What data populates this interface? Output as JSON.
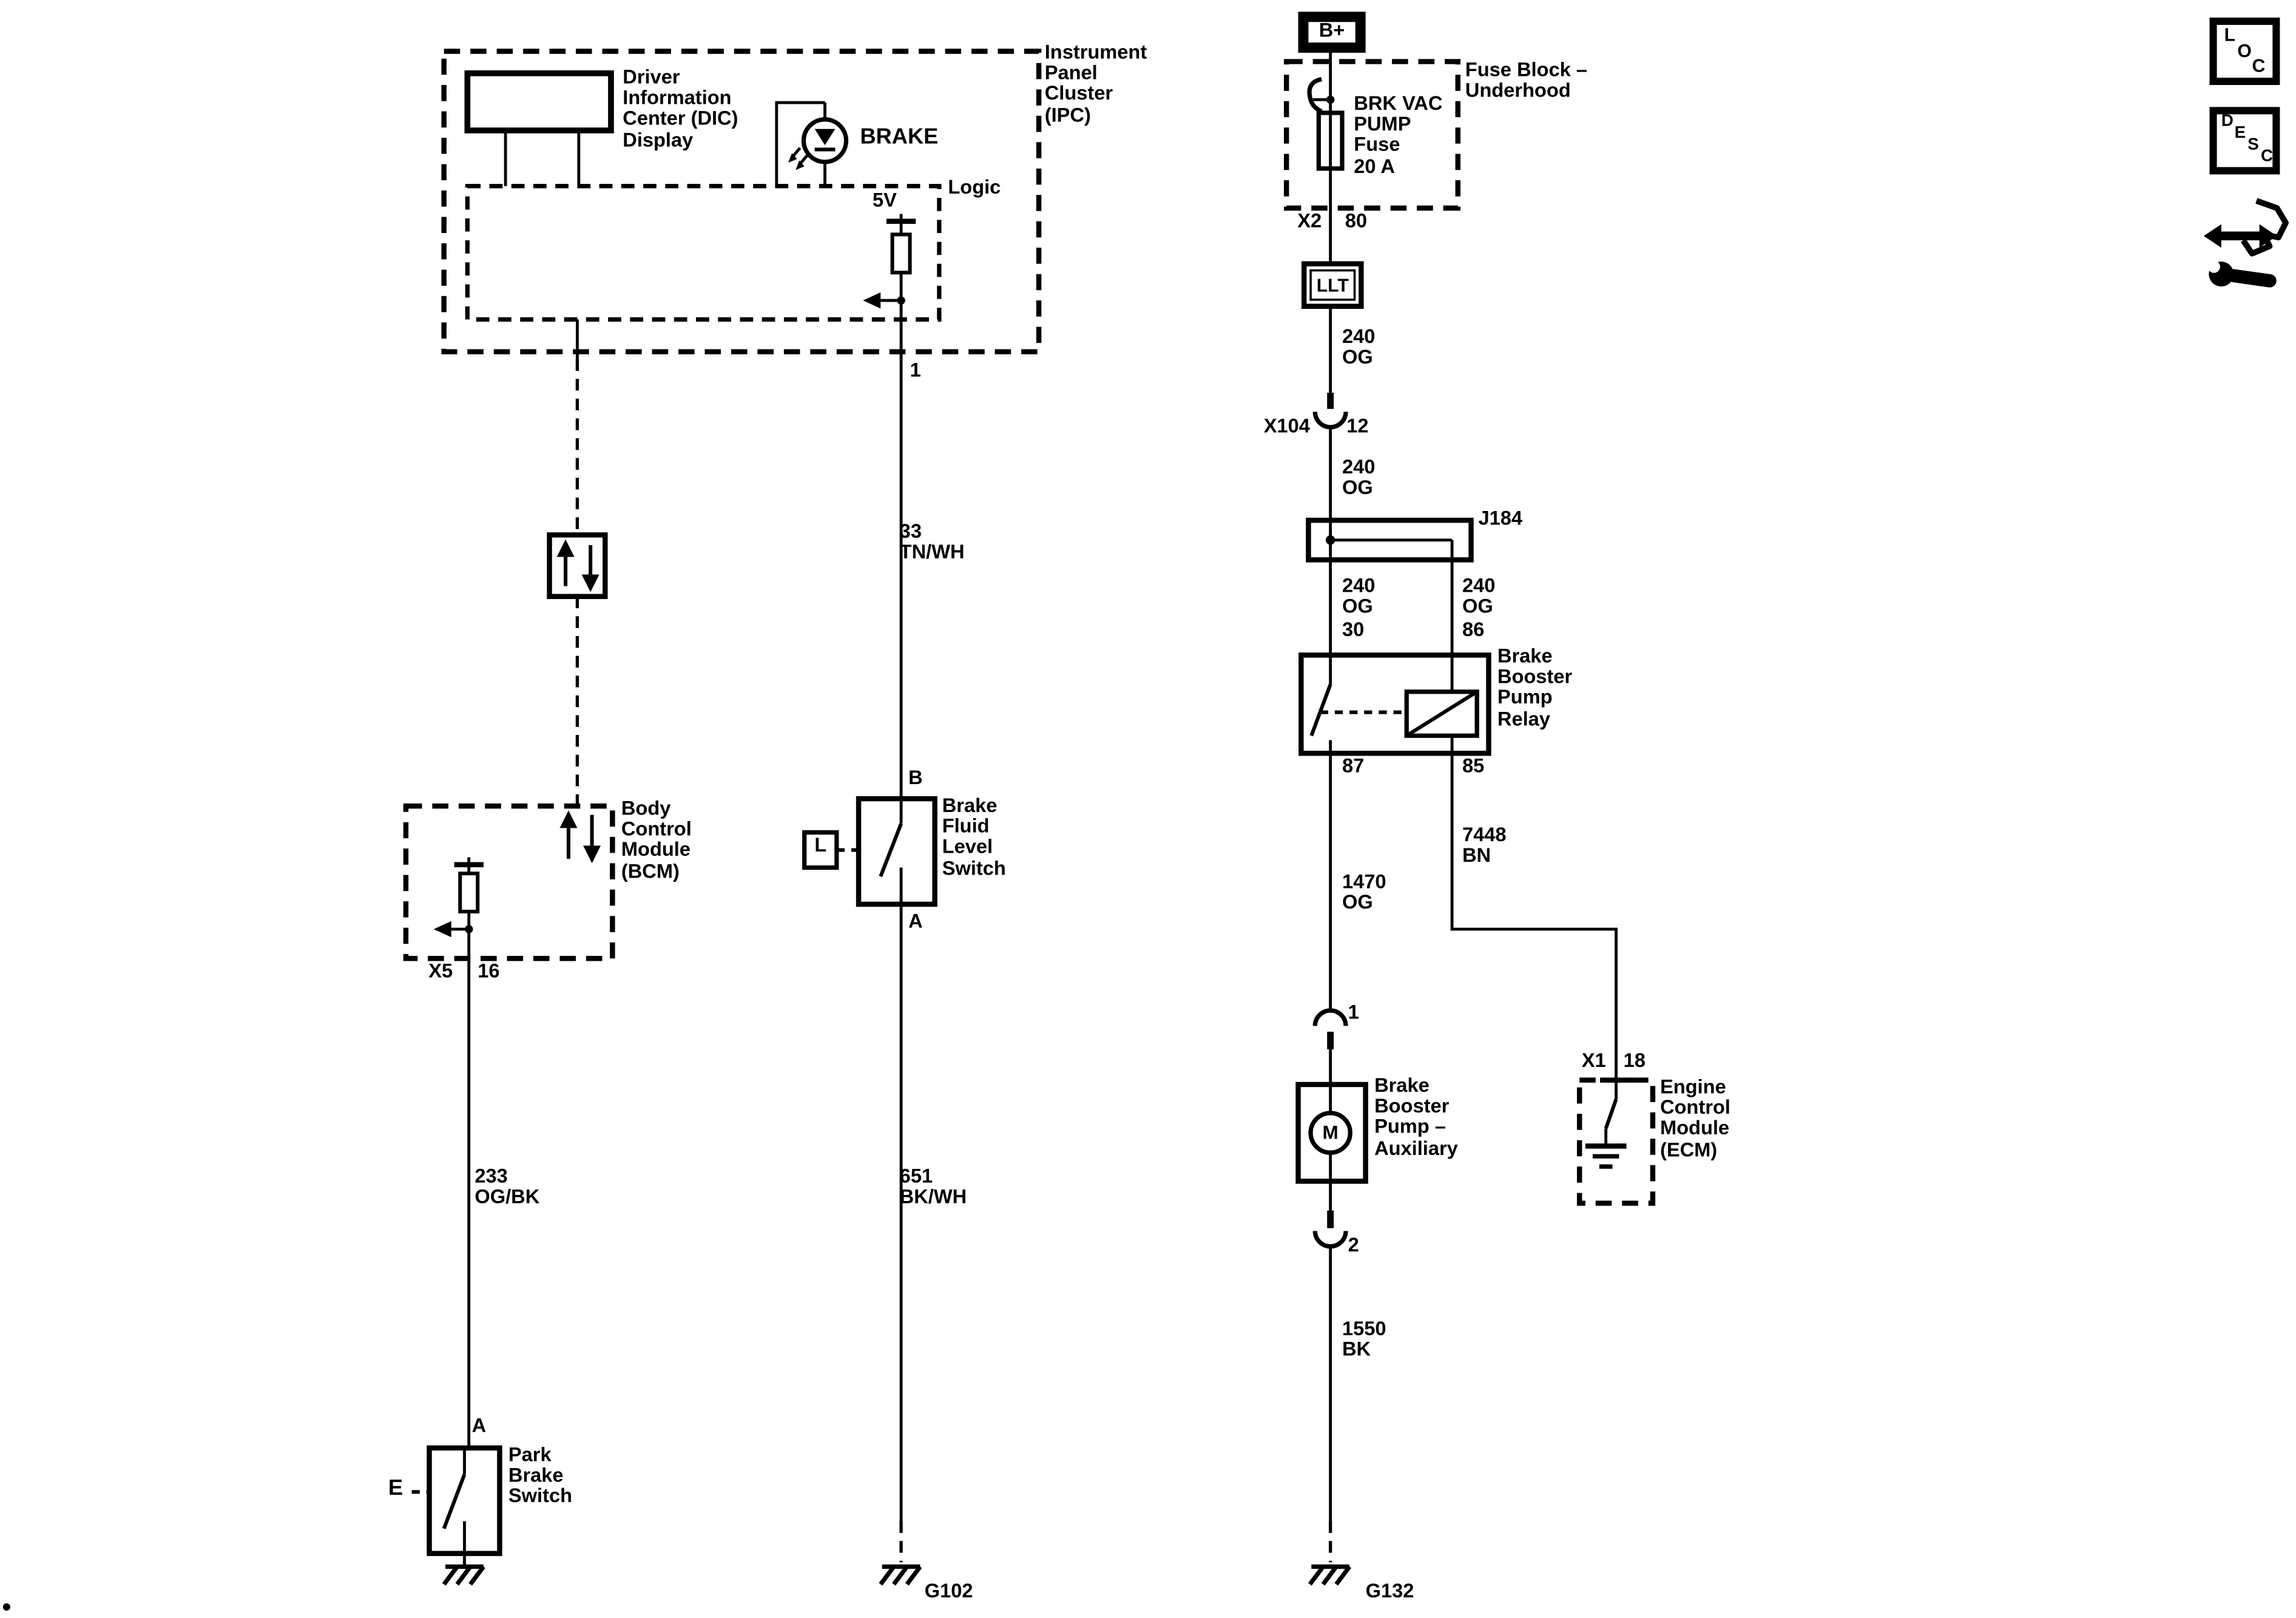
{
  "page": {
    "background": "#ffffff",
    "ink": "#000000"
  },
  "diagram": {
    "ipc": {
      "title": "Instrument\nPanel\nCluster\n(IPC)",
      "dic": "Driver\nInformation\nCenter (DIC)\nDisplay",
      "lamp": "BRAKE",
      "logic": "Logic",
      "supply": "5V",
      "pin_out": "1"
    },
    "middle": {
      "wire_upper": "33\nTN/WH",
      "pin_b": "B",
      "switch": "Brake\nFluid\nLevel\nSwitch",
      "level_sensor": "L",
      "pin_a": "A",
      "wire_lower": "651\nBK/WH",
      "ground": "G102"
    },
    "bcm": {
      "label": "Body\nControl\nModule\n(BCM)",
      "connector": "X5",
      "pin": "16",
      "wire": "233\nOG/BK"
    },
    "park_brake": {
      "pin_a": "A",
      "label": "Park\nBrake\nSwitch",
      "sensor": "E"
    },
    "power": {
      "battery": "B+",
      "fuse_block": "Fuse Block –\nUnderhood",
      "fuse": "BRK VAC\nPUMP\nFuse\n20 A",
      "connector": "X2",
      "pin": "80",
      "llt": "LLT"
    },
    "right": {
      "wire_240_a": "240\nOG",
      "connector_x104": "X104",
      "pin_12": "12",
      "wire_240_b": "240\nOG",
      "splice": "J184",
      "wire_240_c": "240\nOG",
      "wire_240_d": "240\nOG",
      "pin_30": "30",
      "pin_86": "86",
      "relay": "Brake\nBooster\nPump\nRelay",
      "pin_87": "87",
      "pin_85": "85",
      "wire_1470": "1470\nOG",
      "wire_7448": "7448\nBN",
      "pump_pin_1": "1",
      "pump": "Brake\nBooster\nPump –\nAuxiliary",
      "motor": "M",
      "pump_pin_2": "2",
      "wire_1550": "1550\nBK",
      "ground": "G132"
    },
    "ecm": {
      "connector": "X1",
      "pin": "18",
      "label": "Engine\nControl\nModule\n(ECM)"
    },
    "corner": {
      "loc": [
        "L",
        "O",
        "C"
      ],
      "desc": [
        "D",
        "E",
        "S",
        "C"
      ]
    }
  }
}
